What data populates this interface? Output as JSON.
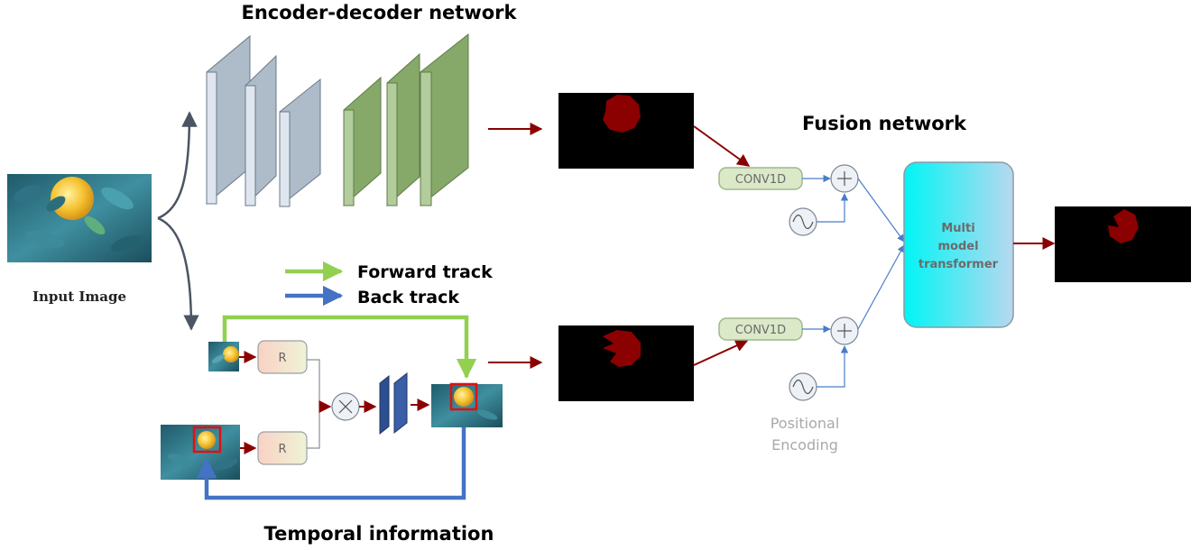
{
  "titles": {
    "encoder_decoder": "Encoder-decoder network",
    "fusion": "Fusion network",
    "temporal": "Temporal information"
  },
  "input_label": "Input Image",
  "legend": {
    "forward": "Forward track",
    "back": "Back track",
    "forward_color": "#92d050",
    "back_color": "#4472c4"
  },
  "blocks": {
    "conv_top": "CONV1D",
    "conv_bottom": "CONV1D",
    "r_top": "R",
    "r_bottom": "R",
    "transformer_line1": "Multi",
    "transformer_line2": "model",
    "transformer_line3": "transformer"
  },
  "positional_encoding": {
    "line1": "Positional",
    "line2": "Encoding"
  },
  "colors": {
    "arrow_red": "#8b0000",
    "arrow_blue": "#4472c4",
    "mask_red": "#8b0000",
    "encoder_gray": "#b4bfcc",
    "decoder_green": "#8aab6f",
    "transformer_cyan": "#00f0f0",
    "conv_fill": "#dbe9c8"
  }
}
